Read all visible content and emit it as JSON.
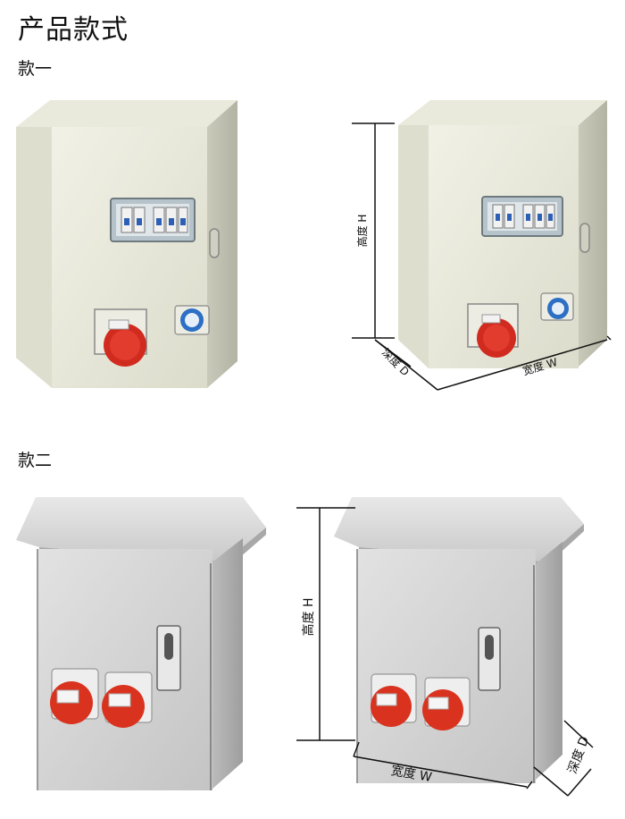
{
  "page_title": "产品款式",
  "sections": [
    {
      "label": "款一"
    },
    {
      "label": "款二"
    }
  ],
  "dimensions": {
    "height": "高度 H",
    "width": "宽度 W",
    "depth": "深度 D"
  }
}
